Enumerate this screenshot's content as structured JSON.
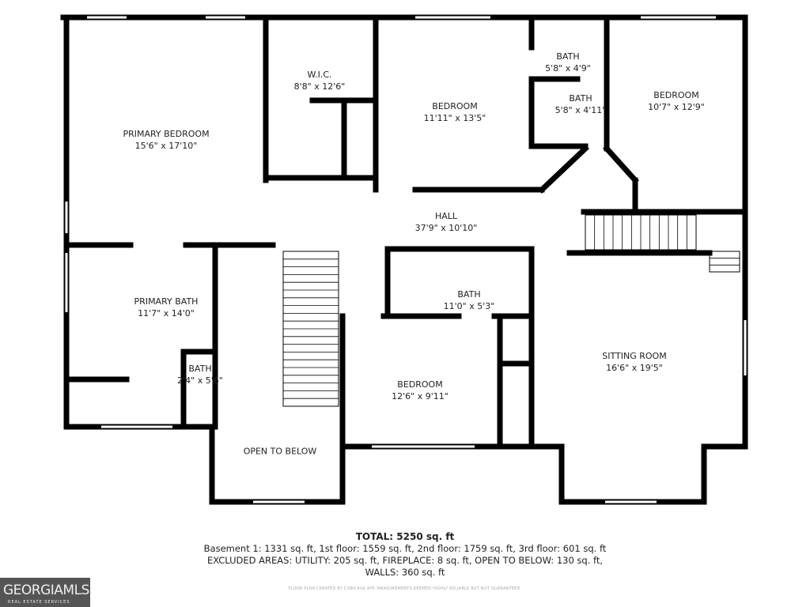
{
  "rooms": [
    {
      "name": "PRIMARY BEDROOM",
      "size": "15'6\" x 17'10\""
    },
    {
      "name": "W.I.C.",
      "size": "8'8\" x 12'6\""
    },
    {
      "name": "BEDROOM",
      "size": "11'11\" x 13'5\""
    },
    {
      "name": "BATH",
      "size": "5'8\" x 4'9\""
    },
    {
      "name": "BATH",
      "size": "5'8\" x 4'11\""
    },
    {
      "name": "BEDROOM",
      "size": "10'7\" x 12'9\""
    },
    {
      "name": "HALL",
      "size": "37'9\" x 10'10\""
    },
    {
      "name": "PRIMARY BATH",
      "size": "11'7\" x 14'0\""
    },
    {
      "name": "BATH",
      "size": "2'4\" x 5'6\""
    },
    {
      "name": "BATH",
      "size": "11'0\" x 5'3\""
    },
    {
      "name": "BEDROOM",
      "size": "12'6\" x 9'11\""
    },
    {
      "name": "SITTING ROOM",
      "size": "16'6\" x 19'5\""
    },
    {
      "name": "OPEN TO BELOW",
      "size": ""
    }
  ],
  "summary": {
    "total": "TOTAL: 5250 sq. ft",
    "floors": "Basement 1: 1331 sq. ft, 1st floor: 1559 sq. ft, 2nd floor: 1759 sq. ft, 3rd floor: 601 sq. ft",
    "excluded": "EXCLUDED AREAS: UTILITY: 205 sq. ft, FIREPLACE: 8 sq. ft, OPEN TO BELOW: 130 sq. ft,",
    "walls": "WALLS: 360 sq. ft"
  },
  "credit": "FLOOR PLAN CREATED BY CUBICASA APP. MEASUREMENTS DEEMED HIGHLY RELIABLE BUT NOT GUARANTEED.",
  "logo": {
    "name": "GEORGIAMLS",
    "tagline": "REAL ESTATE SERVICES"
  }
}
